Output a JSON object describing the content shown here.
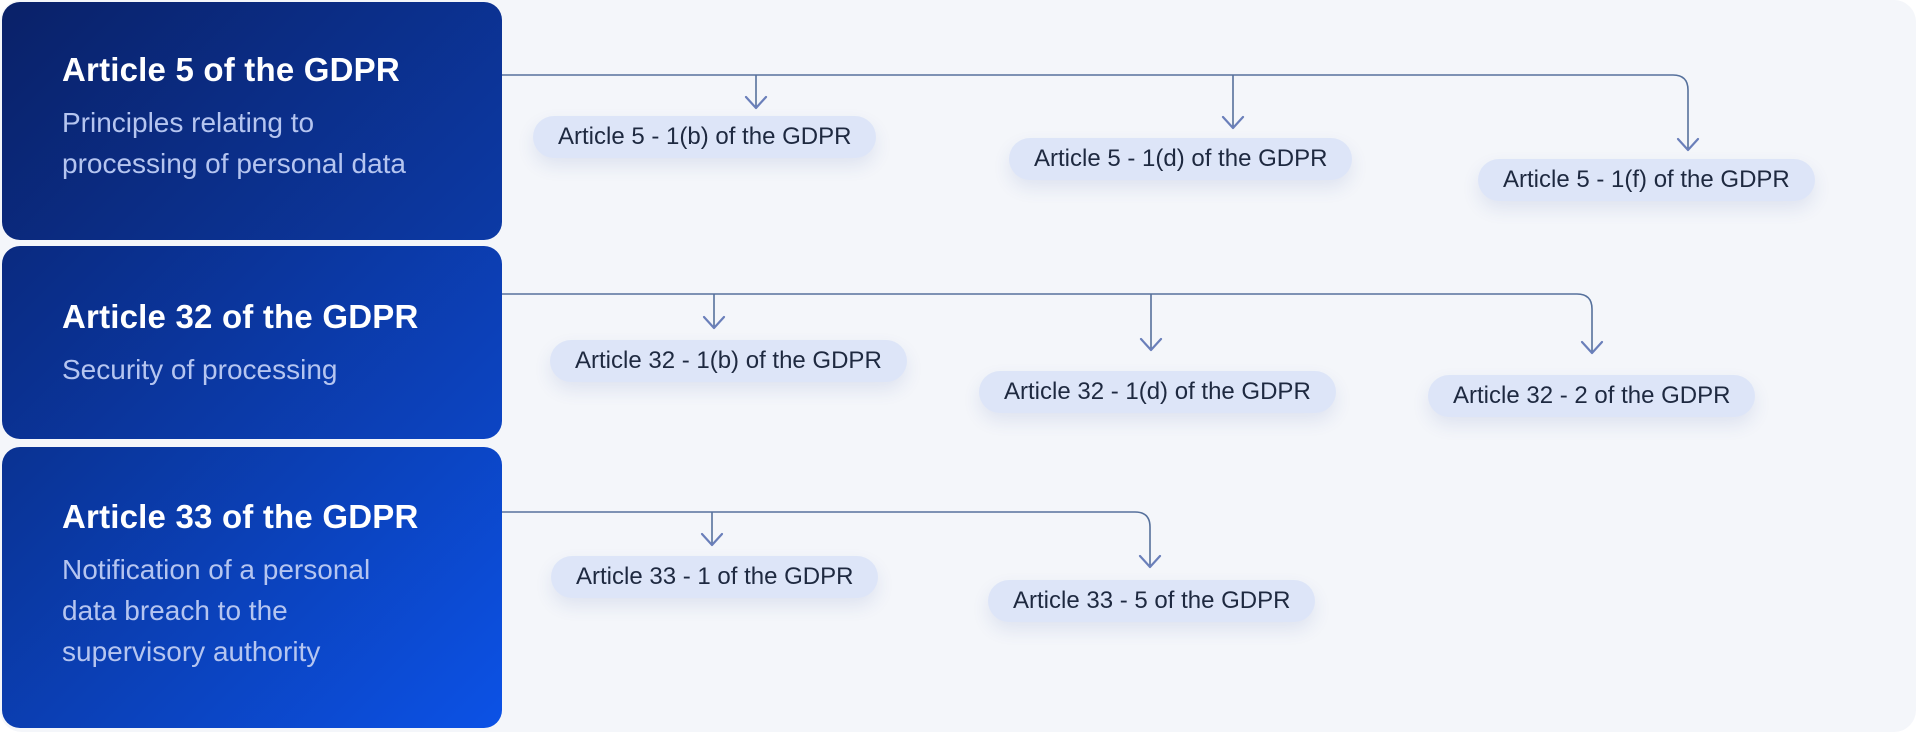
{
  "diagram": {
    "colors": {
      "page_background": "#f4f6fa",
      "card_gradient_start": "#0a2168",
      "card_gradient_end": "#0c52e6",
      "card_title_text": "#ffffff",
      "card_subtitle_text": "#b5c5f0",
      "chip_background": "#dde5f8",
      "chip_text": "#1e2940",
      "connector_line": "#56719c",
      "arrowhead": "#6a7fba"
    },
    "groups": [
      {
        "title": "Article 5 of the GDPR",
        "subtitle": "Principles relating to processing of personal data",
        "children": [
          "Article 5 - 1(b) of the GDPR",
          "Article 5 - 1(d) of the GDPR",
          "Article 5 - 1(f) of the GDPR"
        ]
      },
      {
        "title": "Article 32 of the GDPR",
        "subtitle": "Security of processing",
        "children": [
          "Article 32 - 1(b) of the GDPR",
          "Article 32 - 1(d) of the GDPR",
          "Article 32 - 2 of the GDPR"
        ]
      },
      {
        "title": "Article 33 of the GDPR",
        "subtitle": "Notification of a personal data breach to the supervisory authority",
        "children": [
          "Article 33 - 1 of the GDPR",
          "Article 33 - 5 of the GDPR"
        ]
      }
    ]
  }
}
